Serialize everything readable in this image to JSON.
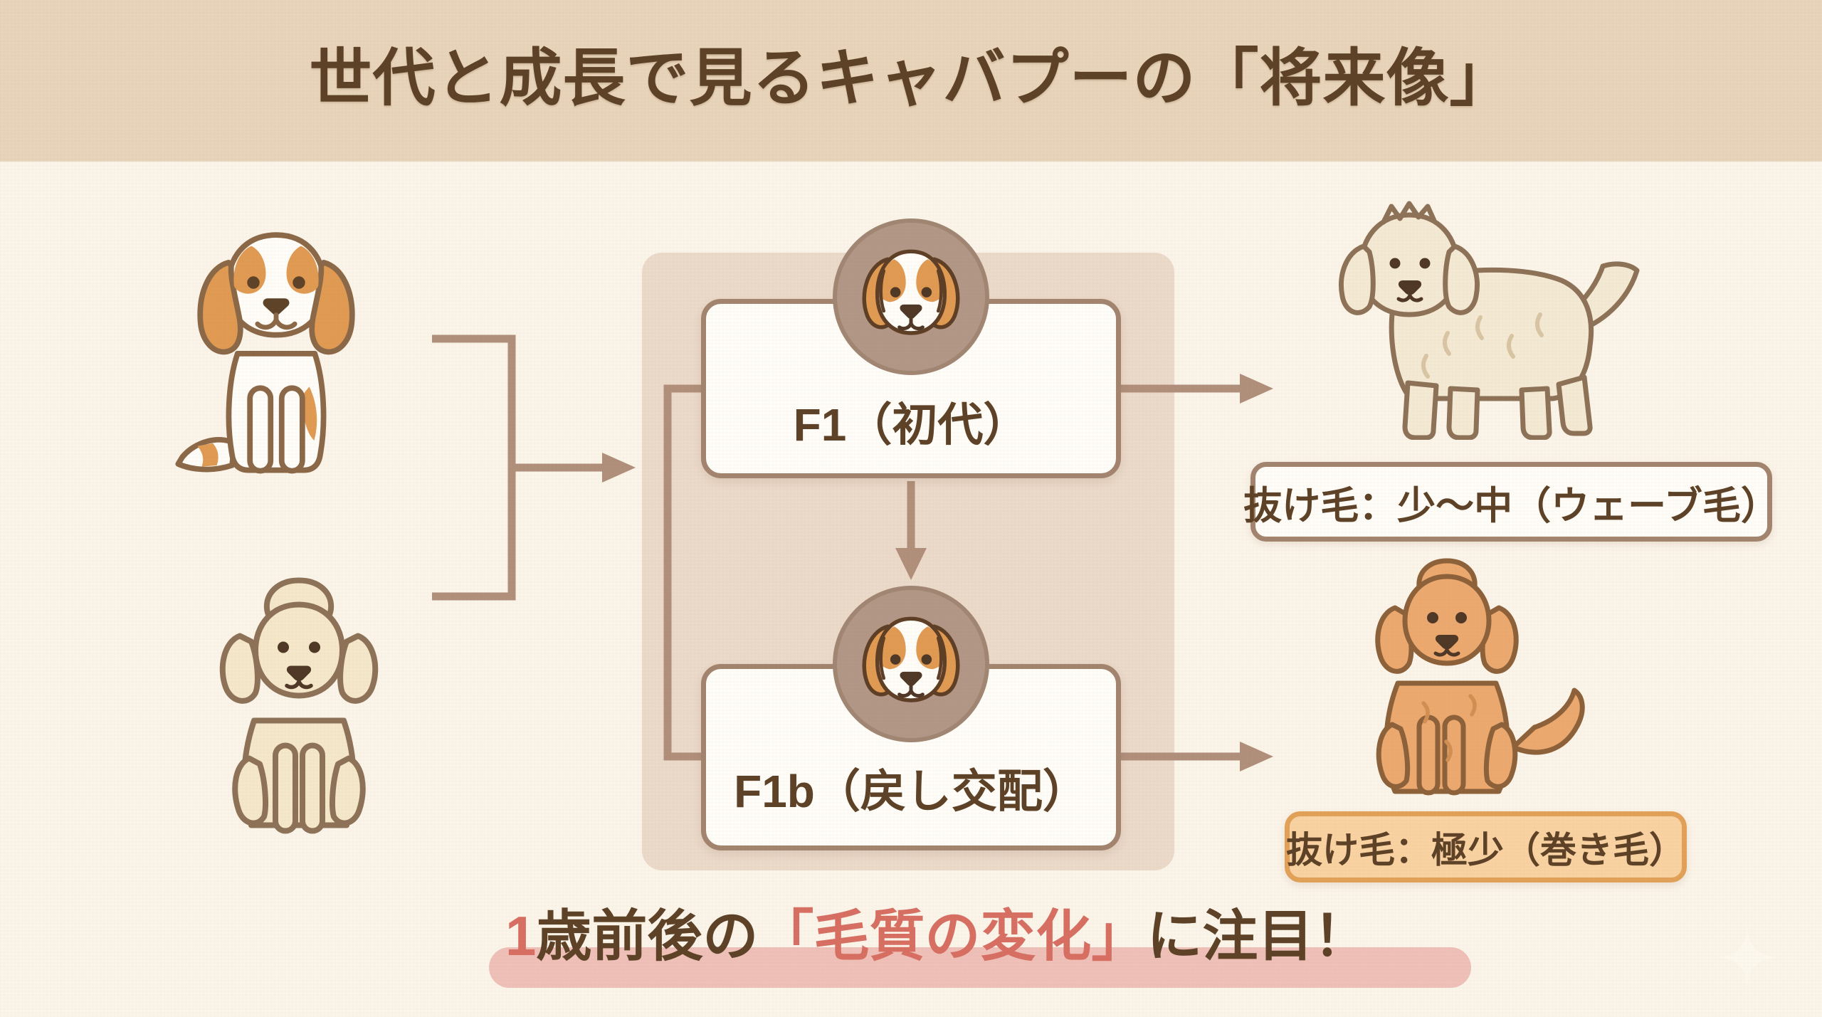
{
  "title": "世代と成長で見るキャバプーの「将来像」",
  "flow": {
    "f1": {
      "label": "F1（初代）",
      "icon": "cavapoo-puppy-face-icon"
    },
    "f1b": {
      "label": "F1b（戻し交配）",
      "icon": "cavapoo-puppy-face-icon"
    }
  },
  "parents": {
    "top_icon": "cavalier-king-charles-spaniel-illustration",
    "bottom_icon": "toy-poodle-illustration"
  },
  "outcomes": {
    "wavy": {
      "label": "抜け毛：少〜中（ウェーブ毛）",
      "illustration": "wavy-coat-cavapoo-illustration"
    },
    "curly": {
      "label": "抜け毛：極少（巻き毛）",
      "illustration": "curly-coat-cavapoo-illustration"
    }
  },
  "footer": {
    "segments": [
      {
        "text": "1",
        "emphasis": true
      },
      {
        "text": "歳前後の",
        "emphasis": false
      },
      {
        "text": "「毛質の変化」",
        "emphasis": true
      },
      {
        "text": "に注目！",
        "emphasis": false
      }
    ]
  },
  "colors": {
    "header_band": "#e8d4ba",
    "background": "#fbf4e9",
    "title_text": "#5d4227",
    "connector": "#b08f7b",
    "panel": "#ebd9c9",
    "box_border": "#a2846f",
    "box_fill": "#fffdf8",
    "circle_fill": "#b29787",
    "text_brown": "#5d4227",
    "accent_salmon": "#d76f63",
    "highlight_pink": "#efc0b8",
    "outcome_curly_fill": "#f9d2a2",
    "outcome_curly_border": "#e2a159"
  }
}
